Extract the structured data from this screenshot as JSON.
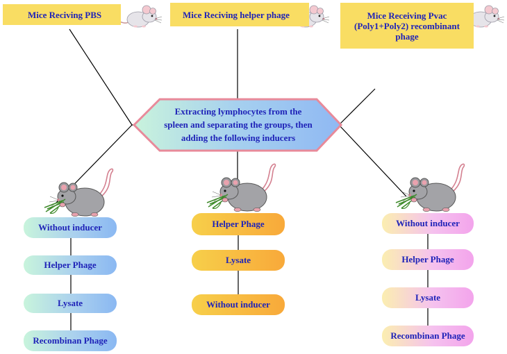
{
  "headers": {
    "pbs": "Mice Reciving PBS",
    "helper": "Mice Reciving helper phage",
    "pvac_line1": "Mice Receiving Pvac",
    "pvac_line2": "(Poly1+Poly2) recombinant",
    "pvac_line3": "phage"
  },
  "center": {
    "line1": "Extracting lymphocytes from the",
    "line2": "spleen and separating the groups, then",
    "line3": "adding the following inducers"
  },
  "groups": {
    "left": [
      "Without inducer",
      "Helper Phage",
      "Lysate",
      "Recombinan Phage"
    ],
    "middle": [
      "Helper Phage",
      "Lysate",
      "Without inducer"
    ],
    "right": [
      "Without inducer",
      "Helper Phage",
      "Lysate",
      "Recombinan Phage"
    ]
  },
  "colors": {
    "header_bg": "#f9dd63",
    "text": "#1f23b8",
    "hexagon_border": "#e88a9a",
    "left_pills": "#a9cdee",
    "middle_pills": "#f8b440",
    "right_pills": "#f4bfe9"
  },
  "icons": [
    "mouse-icon"
  ]
}
